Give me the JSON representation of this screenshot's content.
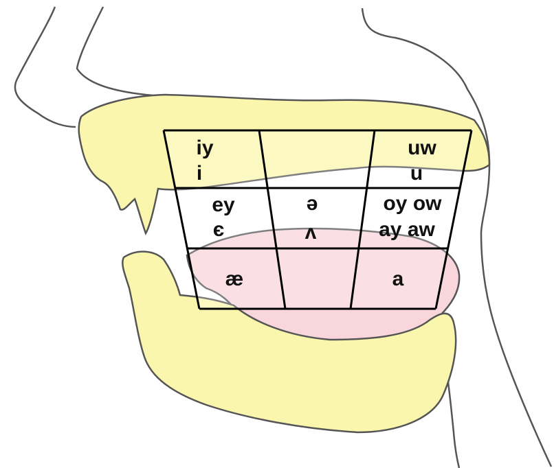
{
  "colors": {
    "background": "#ffffff",
    "outline": "#555555",
    "bone": "#fbf6ae",
    "tongue": "#f9d6dc",
    "grid": "#000000",
    "text": "#111111"
  },
  "vowel_chart": {
    "rows": [
      {
        "front": [
          "iy",
          "i"
        ],
        "central": [],
        "back": [
          "uw",
          "u"
        ]
      },
      {
        "front": [
          "ey",
          "є"
        ],
        "central": [
          "ə",
          "ʌ"
        ],
        "back": [
          "oy ow",
          "ay aw"
        ]
      },
      {
        "front": [
          "æ"
        ],
        "central": [],
        "back": [
          "a"
        ]
      }
    ]
  }
}
